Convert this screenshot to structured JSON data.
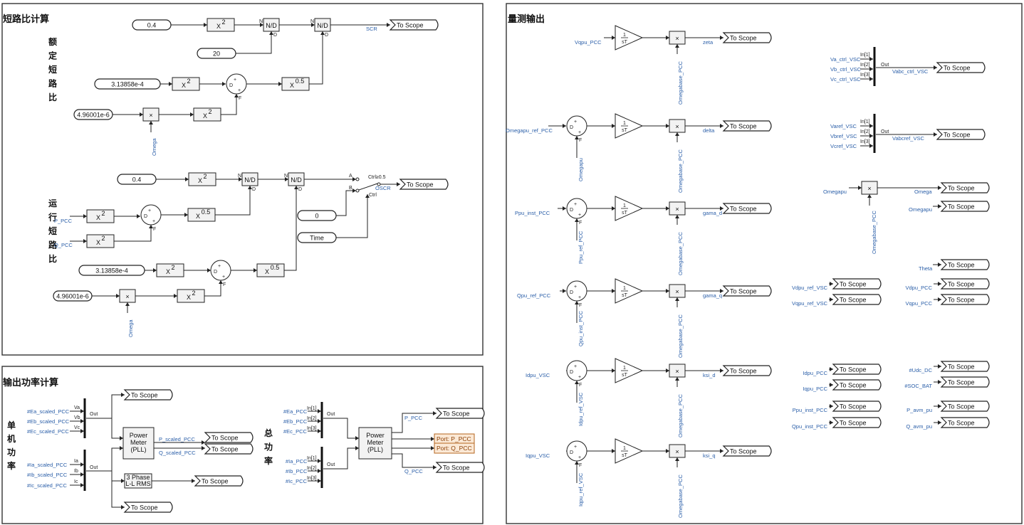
{
  "panels": {
    "scr": {
      "title": "短路比计算",
      "rated_label": [
        "额",
        "定",
        "短",
        "路",
        "比"
      ],
      "run_label": [
        "运",
        "行",
        "短",
        "路",
        "比"
      ],
      "consts": {
        "c04a": "0.4",
        "c20": "20",
        "c3a": "3.13858e-4",
        "c4a": "4.96001e-6",
        "c04b": "0.4",
        "c0": "0",
        "ctime": "Time",
        "c3b": "3.13858e-4",
        "c4b": "4.96001e-6"
      },
      "signals": {
        "scr": "SCR",
        "omega1": "Omega",
        "omega2": "Omega",
        "p_pcc": "P_PCC",
        "q_pcc": "Q_PCC",
        "oscr": "OSCR",
        "ctrl_eq": "Ctrl≥0.5",
        "ctrl": "Ctrl",
        "a": "A",
        "b": "B"
      }
    },
    "power": {
      "title": "输出功率计算",
      "single_label": [
        "单",
        "机",
        "功",
        "率"
      ],
      "total_label": [
        "总",
        "功",
        "率"
      ],
      "v_inputs": [
        "#Ea_scaled_PCC",
        "#Eb_scaled_PCC",
        "#Ec_scaled_PCC"
      ],
      "i_inputs": [
        "#Ia_scaled_PCC",
        "#Ib_scaled_PCC",
        "#Ic_scaled_PCC"
      ],
      "v_ports": [
        "Va",
        "Vb",
        "Vc"
      ],
      "i_ports": [
        "Ia",
        "Ib",
        "Ic"
      ],
      "total_v_inputs": [
        "#Ea_PCC",
        "#Eb_PCC",
        "#Ec_PCC"
      ],
      "total_i_inputs": [
        "#Ia_PCC",
        "#Ib_PCC",
        "#Ic_PCC"
      ],
      "in_ports": [
        "In[1]",
        "In[2]",
        "In[3]"
      ],
      "out": "Out",
      "meter": [
        "Power",
        "Meter",
        "(PLL)"
      ],
      "rms": [
        "3 Phase",
        "L-L RMS"
      ],
      "p_scaled": "P_scaled_PCC",
      "q_scaled": "Q_scaled_PCC",
      "p_pcc": "P_PCC",
      "q_pcc": "Q_PCC",
      "port_p": "Port: P_PCC",
      "port_q": "Port: Q_PCC"
    },
    "meas": {
      "title": "量测输出",
      "rows": [
        {
          "input": "Vqpu_PCC",
          "fb": "",
          "out": "zeta"
        },
        {
          "input": "Omegapu_ref_PCC",
          "fb": "Omegapu",
          "out": "delta"
        },
        {
          "input": "Ppu_inst_PCC",
          "fb": "Ppu_ref_PCC",
          "out": "gama_d"
        },
        {
          "input": "Qpu_ref_PCC",
          "fb": "Qpu_inst_PCC",
          "out": "gama_q"
        },
        {
          "input": "Idpu_VSC",
          "fb": "Idpu_ref_VSC",
          "out": "ksi_d"
        },
        {
          "input": "Iqpu_VSC",
          "fb": "Iqpu_ref_VSC",
          "out": "ksi_q"
        }
      ],
      "omegabase": "Omegabase_PCC",
      "integrator": {
        "num": "1",
        "den": "sT"
      },
      "bus1": {
        "inputs": [
          "Va_ctrl_VSC",
          "Vb_ctrl_VSC",
          "Vc_ctrl_VSC"
        ],
        "out": "Vabc_ctrl_VSC"
      },
      "bus2": {
        "inputs": [
          "Varef_VSC",
          "Vbref_VSC",
          "Vcref_VSC"
        ],
        "out": "Vabcref_VSC"
      },
      "omega_block": {
        "input": "Omegapu",
        "base": "Omegabase_PCC",
        "out": "Omega"
      },
      "omegapu_out": "Omegapu",
      "theta": "Theta",
      "left_scopes": [
        "Vdpu_ref_VSC",
        "Vqpu_ref_VSC",
        "Idpu_PCC",
        "Iqpu_PCC",
        "Ppu_inst_PCC",
        "Qpu_inst_PCC"
      ],
      "right_scopes": [
        "Vdpu_PCC",
        "Vqpu_PCC",
        "#Udc_DC",
        "#SOC_BAT",
        "P_avm_pu",
        "Q_avm_pu"
      ]
    }
  },
  "labels": {
    "to_scope": "To Scope",
    "nd": "N/D",
    "sq": "X²",
    "sqrt": "X^0.5",
    "mul": "×",
    "n": "N",
    "d": "D",
    "f": "F",
    "plus": "+"
  }
}
